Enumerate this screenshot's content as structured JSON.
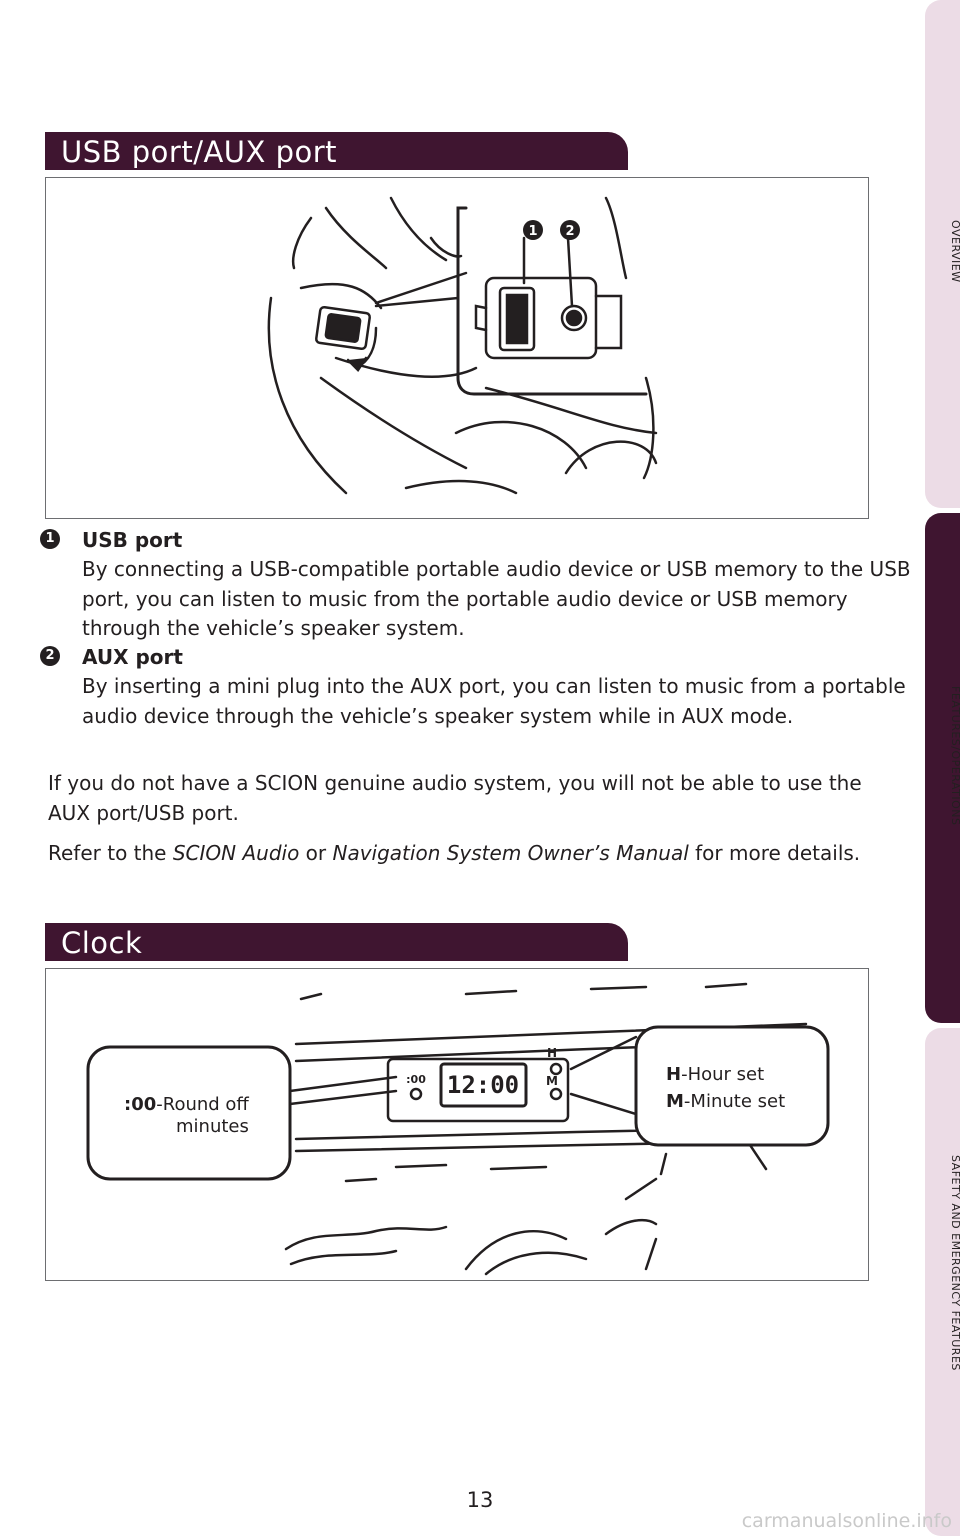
{
  "sections": {
    "usb": {
      "title": "USB port/AUX port"
    },
    "clock": {
      "title": "Clock"
    }
  },
  "figure_usb": {
    "marker1": "1",
    "marker2": "2"
  },
  "items": [
    {
      "number": "1",
      "heading": "USB port",
      "body": "By connecting a USB-compatible portable audio device or USB memory to the USB port, you can listen to music from the portable audio device or USB memory through the vehicle’s speaker system."
    },
    {
      "number": "2",
      "heading": "AUX port",
      "body": "By inserting a mini plug into the AUX port, you can listen to music from a portable audio device through the vehicle’s speaker system while in AUX mode."
    }
  ],
  "note": "If you do not have a SCION genuine audio system, you will not be able to use the AUX port/USB port.",
  "refer": {
    "prefix": "Refer to the ",
    "italic1": "SCION Audio",
    "middle": " or ",
    "italic2": "Navigation System Owner’s Manual",
    "suffix": " for more details."
  },
  "clock_figure": {
    "display": "12:00",
    "btn_round": ":00",
    "btn_h": "H",
    "btn_m": "M",
    "callout_left_key": ":00",
    "callout_left_text": "-Round off",
    "callout_left_text2": "minutes",
    "callout_h_key": "H",
    "callout_h_text": "-Hour set",
    "callout_m_key": "M",
    "callout_m_text": "-Minute set"
  },
  "side_tabs": [
    "OVERVIEW",
    "FEATURES/OPERATIONS",
    "SAFETY AND EMERGENCY FEATURES"
  ],
  "side_tab_active": "FEATURES/OPERATIONS",
  "page_number": "13",
  "watermark": "carmanualsonline.info",
  "colors": {
    "accent": "#3f1530",
    "tab_inactive": "#ecdce6"
  }
}
